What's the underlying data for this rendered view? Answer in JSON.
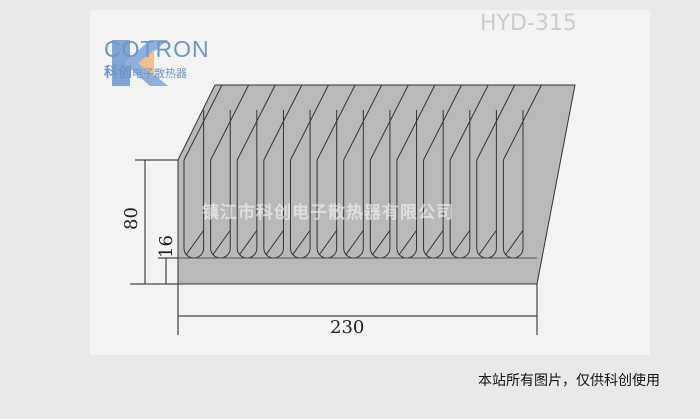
{
  "logo": {
    "name_en": "COTRON",
    "name_cn": "科创",
    "subtitle": "电子散热器"
  },
  "diagram": {
    "width_label": "230",
    "height_label": "80",
    "base_label": "16",
    "fin_count": 13,
    "stamp": "HYD-315"
  },
  "watermark": "镇江市科创电子散热器有限公司",
  "caption": "本站所有图片，仅供科创使用"
}
